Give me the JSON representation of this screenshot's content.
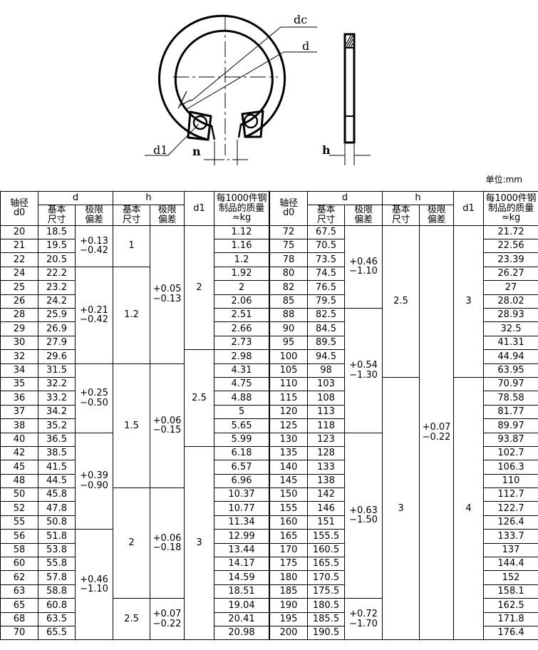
{
  "drawing": {
    "labels": {
      "dc": "dc",
      "d": "d",
      "d1": "d1",
      "n": "n",
      "h": "h"
    },
    "title": "retaining-ring-circlip-drawing"
  },
  "unit_note": "单位:mm",
  "table_header": {
    "shaft_diameter_line1": "轴径",
    "shaft_diameter_line2": "d0",
    "d_group": "d",
    "h_group": "h",
    "basic_size_line1": "基本",
    "basic_size_line2": "尺寸",
    "limit_deviation_line1": "极限",
    "limit_deviation_line2": "偏差",
    "d1": "d1",
    "mass_line1": "每1000件钢",
    "mass_line2": "制品的质量",
    "mass_line3": "≈kg"
  },
  "left_table": {
    "d0": [
      "20",
      "21",
      "22",
      "24",
      "25",
      "26",
      "28",
      "29",
      "30",
      "32",
      "34",
      "35",
      "36",
      "37",
      "38",
      "40",
      "42",
      "45",
      "48",
      "50",
      "52",
      "55",
      "56",
      "58",
      "60",
      "62",
      "63",
      "65",
      "68",
      "70"
    ],
    "d_basic": [
      "18.5",
      "19.5",
      "20.5",
      "22.2",
      "23.2",
      "24.2",
      "25.9",
      "26.9",
      "27.9",
      "29.6",
      "31.5",
      "32.2",
      "33.2",
      "34.2",
      "35.2",
      "36.5",
      "38.5",
      "41.5",
      "44.5",
      "45.8",
      "47.8",
      "50.8",
      "51.8",
      "53.8",
      "55.8",
      "57.8",
      "58.8",
      "60.8",
      "63.5",
      "65.5"
    ],
    "mass": [
      "1.12",
      "1.16",
      "1.2",
      "1.92",
      "2",
      "2.06",
      "2.51",
      "2.66",
      "2.73",
      "2.98",
      "4.31",
      "4.75",
      "4.88",
      "5",
      "5.65",
      "5.99",
      "6.18",
      "6.57",
      "6.96",
      "10.37",
      "10.77",
      "11.34",
      "12.99",
      "13.44",
      "14.17",
      "14.59",
      "18.51",
      "19.04",
      "20.41",
      "20.98"
    ],
    "d_tol": [
      {
        "plus": "+0.13",
        "minus": "−0.42",
        "rows": 3
      },
      {
        "plus": "+0.21",
        "minus": "−0.42",
        "rows": 7
      },
      {
        "plus": "+0.25",
        "minus": "−0.50",
        "rows": 5
      },
      {
        "plus": "+0.39",
        "minus": "−0.90",
        "rows": 7
      },
      {
        "plus": "+0.46",
        "minus": "−1.10",
        "rows": 8
      }
    ],
    "h_basic": [
      {
        "value": "1",
        "rows": 3
      },
      {
        "value": "1.2",
        "rows": 7
      },
      {
        "value": "1.5",
        "rows": 9
      },
      {
        "value": "2",
        "rows": 8
      },
      {
        "value": "2.5",
        "rows": 3
      }
    ],
    "h_tol": [
      {
        "plus": "+0.05",
        "minus": "−0.13",
        "rows": 10
      },
      {
        "plus": "+0.06",
        "minus": "−0.15",
        "rows": 9
      },
      {
        "plus": "+0.06",
        "minus": "−0.18",
        "rows": 8
      },
      {
        "plus": "+0.07",
        "minus": "−0.22",
        "rows": 3
      }
    ],
    "d1": [
      {
        "value": "2",
        "rows": 9
      },
      {
        "value": "2.5",
        "rows": 7
      },
      {
        "value": "3",
        "rows": 14
      }
    ]
  },
  "right_table": {
    "d0": [
      "72",
      "75",
      "78",
      "80",
      "82",
      "85",
      "88",
      "90",
      "95",
      "100",
      "105",
      "110",
      "115",
      "120",
      "125",
      "130",
      "135",
      "140",
      "145",
      "150",
      "155",
      "160",
      "165",
      "170",
      "175",
      "180",
      "185",
      "190",
      "195",
      "200"
    ],
    "d_basic": [
      "67.5",
      "70.5",
      "73.5",
      "74.5",
      "76.5",
      "79.5",
      "82.5",
      "84.5",
      "89.5",
      "94.5",
      "98",
      "103",
      "108",
      "113",
      "118",
      "123",
      "128",
      "133",
      "138",
      "142",
      "146",
      "151",
      "155.5",
      "160.5",
      "165.5",
      "170.5",
      "175.5",
      "180.5",
      "185.5",
      "190.5"
    ],
    "mass": [
      "21.72",
      "22.56",
      "23.39",
      "26.27",
      "27",
      "28.02",
      "28.93",
      "32.5",
      "41.31",
      "44.94",
      "63.95",
      "70.97",
      "78.58",
      "81.77",
      "89.97",
      "93.87",
      "102.7",
      "106.3",
      "110",
      "112.7",
      "122.7",
      "126.4",
      "133.7",
      "137",
      "144.4",
      "152",
      "158.1",
      "162.5",
      "171.8",
      "176.4"
    ],
    "d_tol": [
      {
        "plus": "+0.46",
        "minus": "−1.10",
        "rows": 6
      },
      {
        "plus": "+0.54",
        "minus": "−1.30",
        "rows": 9
      },
      {
        "plus": "+0.63",
        "minus": "−1.50",
        "rows": 12
      },
      {
        "plus": "+0.72",
        "minus": "−1.70",
        "rows": 3
      }
    ],
    "h_basic": [
      {
        "value": "2.5",
        "rows": 11
      },
      {
        "value": "3",
        "rows": 19
      }
    ],
    "h_tol": [
      {
        "plus": "+0.07",
        "minus": "−0.22",
        "rows": 30
      }
    ],
    "d1": [
      {
        "value": "3",
        "rows": 11
      },
      {
        "value": "4",
        "rows": 19
      }
    ]
  }
}
